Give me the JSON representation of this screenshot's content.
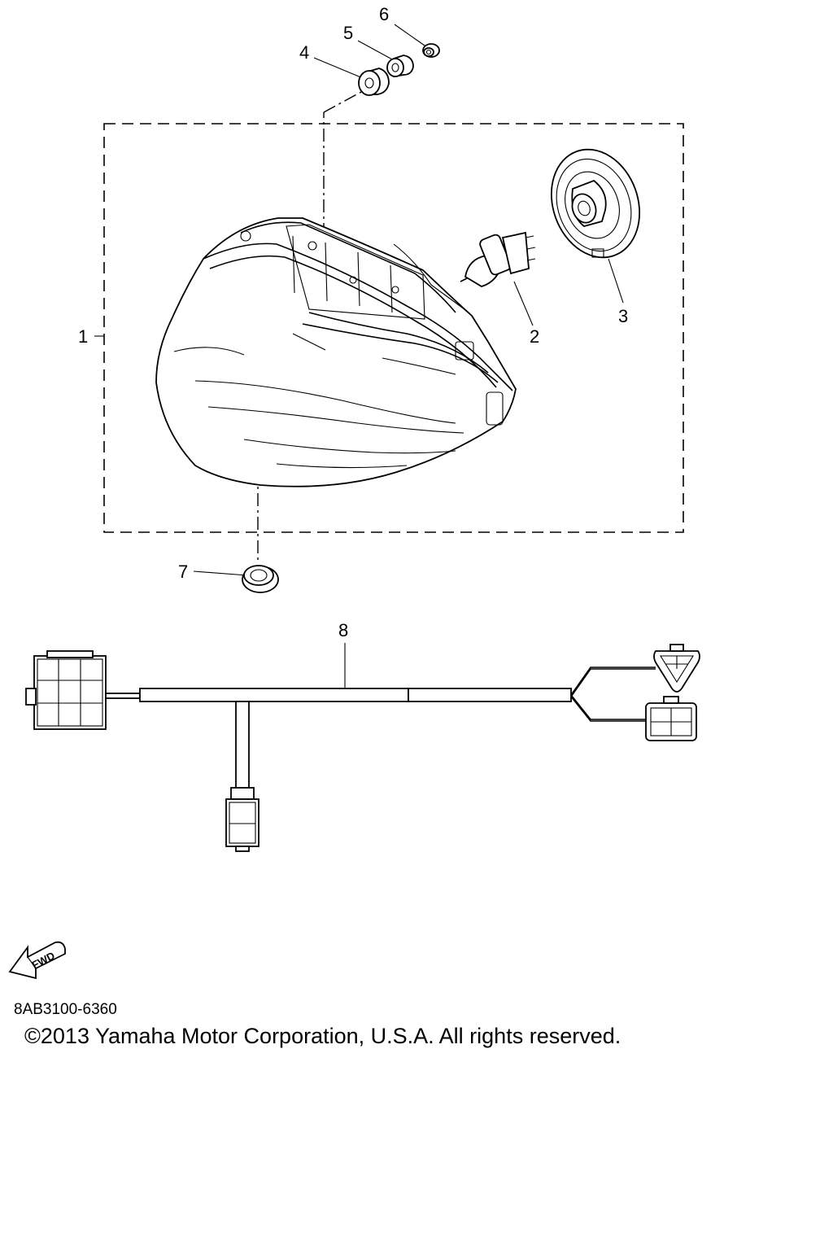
{
  "callouts": {
    "c1": "1",
    "c2": "2",
    "c3": "3",
    "c4": "4",
    "c5": "5",
    "c6": "6",
    "c7": "7",
    "c8": "8"
  },
  "fwd_label": "FWD",
  "diagram_code": "8AB3100-6360",
  "copyright": "©2013 Yamaha Motor Corporation, U.S.A. All rights reserved."
}
